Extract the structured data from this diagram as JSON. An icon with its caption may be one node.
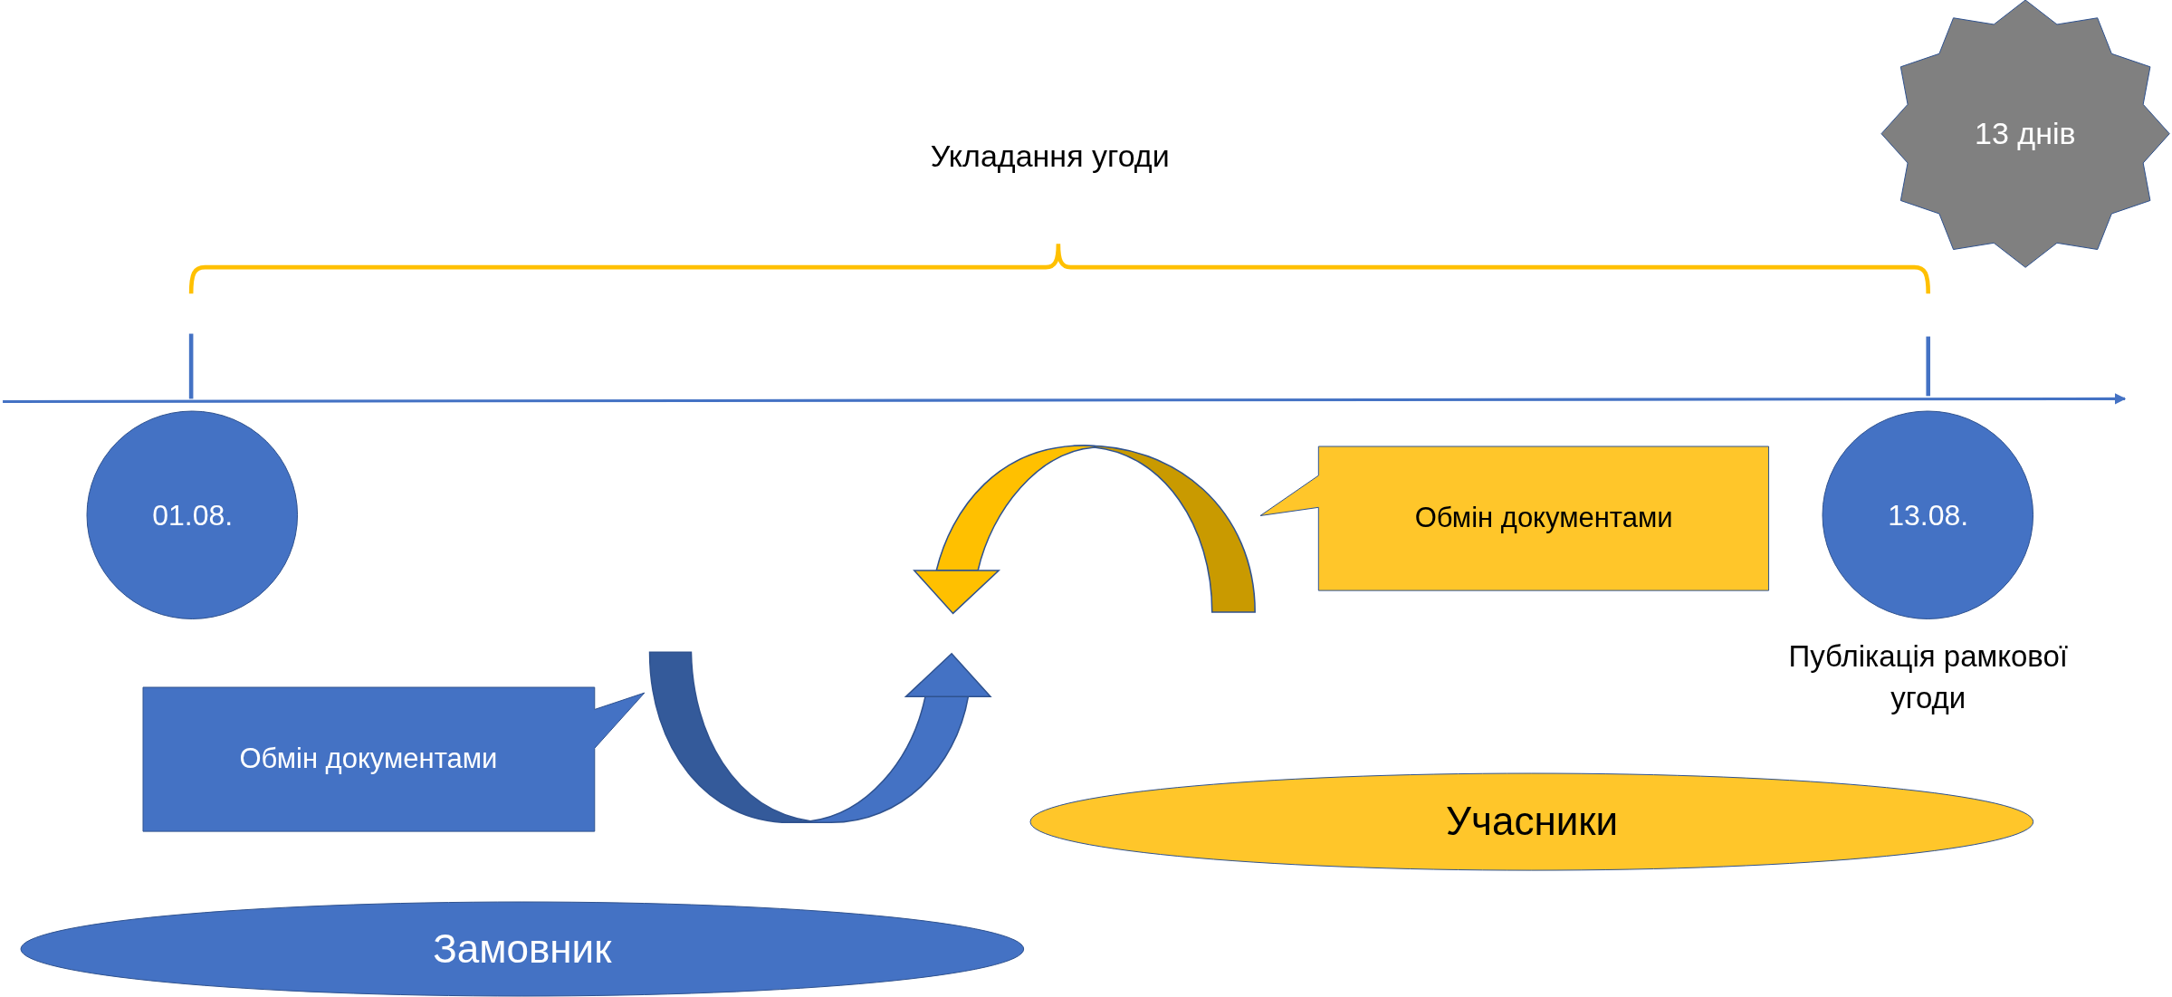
{
  "diagram": {
    "nodes": [
      {
        "text": [
          "13 днів"
        ]
      },
      {
        "text": [
          "01.08."
        ]
      },
      {
        "text": [
          "Обмін документами"
        ]
      },
      {
        "text": [
          "13.08."
        ],
        "beside": [
          "Публікація рамкової угоди"
        ]
      },
      {
        "text": [
          "Обмін документами"
        ]
      },
      {
        "text": [
          "Учасники"
        ]
      },
      {
        "text": [
          "Замовник"
        ]
      }
    ],
    "edges": [
      {
        "from": 2,
        "to": null,
        "arrow": "to"
      },
      {
        "from": 4,
        "to": null,
        "arrow": "to"
      }
    ],
    "labels": [
      "Укладання угоди"
    ]
  }
}
